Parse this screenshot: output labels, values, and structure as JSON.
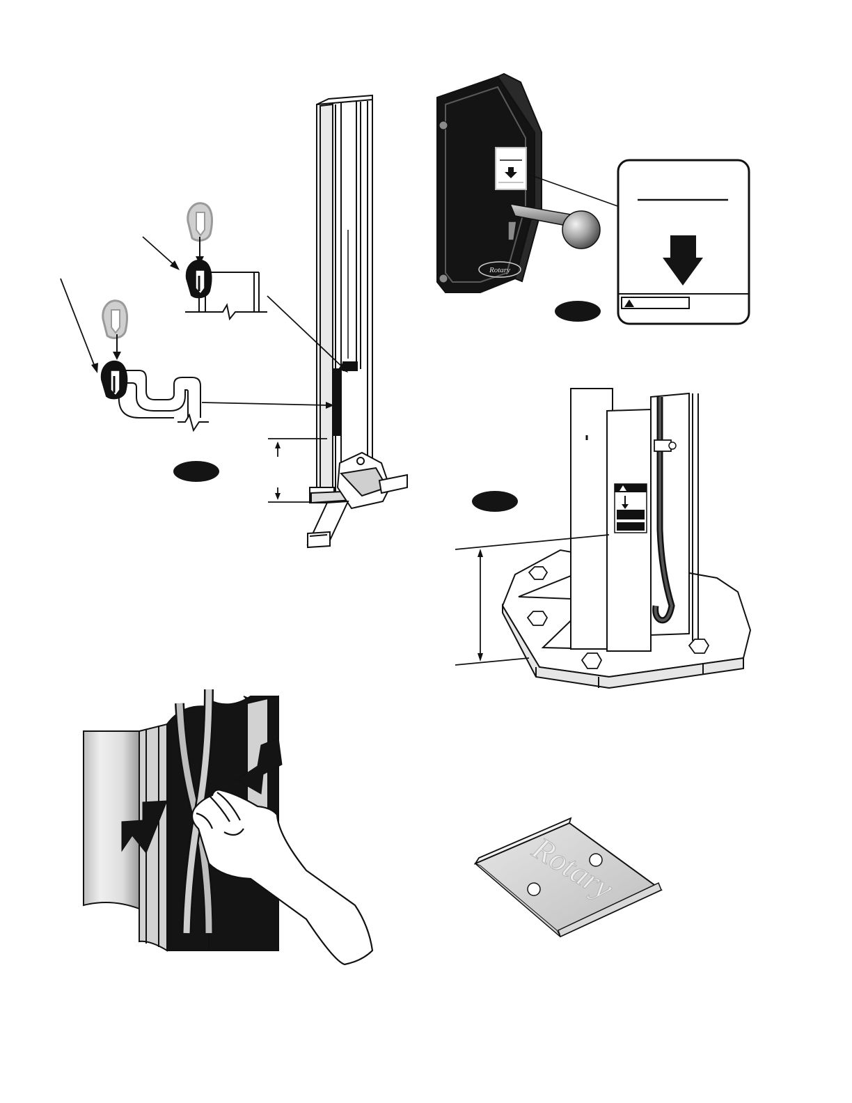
{
  "document": {
    "type": "installation-manual-illustration-page"
  },
  "figures": {
    "column_decal_placement": {
      "callouts": []
    },
    "control_handle_decal": {
      "logo_text": "Rotary",
      "decal_lines": []
    },
    "baseplate_decal_height": {
      "callouts": []
    },
    "cable_routing_hand": {
      "arrows": 2
    },
    "shim_plate": {
      "logo_text": "Rotary"
    }
  },
  "colors": {
    "ink": "#111111",
    "light_gray": "#d4d4d4",
    "mid_gray": "#a0a0a0",
    "dark_fill": "#141414"
  }
}
